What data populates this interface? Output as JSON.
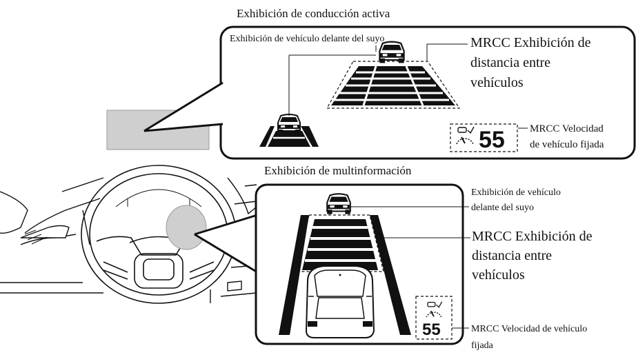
{
  "top_panel": {
    "title": "Exhibición de conducción activa",
    "label_lead_vehicle": "Exhibición de vehículo delante del suyo",
    "label_distance_line1": "MRCC Exhibición de",
    "label_distance_line2": "distancia entre",
    "label_distance_line3": "vehículos",
    "label_speed_line1": "MRCC Velocidad",
    "label_speed_line2": "de vehículo fijada",
    "speed_value": "55"
  },
  "bottom_panel": {
    "title": "Exhibición de multinformación",
    "label_lead_vehicle_line1": "Exhibición de vehículo",
    "label_lead_vehicle_line2": "delante del suyo",
    "label_distance_line1": "MRCC Exhibición de",
    "label_distance_line2": "distancia entre",
    "label_distance_line3": "vehículos",
    "label_speed_line1": "MRCC Velocidad de vehículo",
    "label_speed_line2": "fijada",
    "speed_value": "55"
  },
  "colors": {
    "ink": "#111111",
    "highlight_gray": "#cfcfcf",
    "background": "#ffffff"
  },
  "icons": [
    "car-front-icon",
    "car-rear-icon",
    "speedometer-radar-icon",
    "steering-wheel-icon"
  ]
}
